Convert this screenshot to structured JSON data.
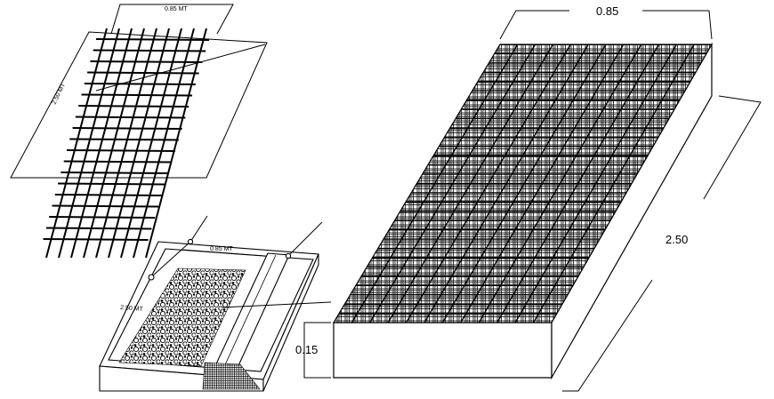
{
  "drawing": {
    "labels": {
      "mesh_width": "0.85 MT",
      "mesh_length": "2.50 MT",
      "box_width": "0.85 MT",
      "box_length": "2.50 MT",
      "slab_width": "0.85",
      "slab_length": "2.50",
      "slab_thickness": "0.15"
    },
    "colors": {
      "line": "#000000",
      "background": "#ffffff"
    }
  }
}
